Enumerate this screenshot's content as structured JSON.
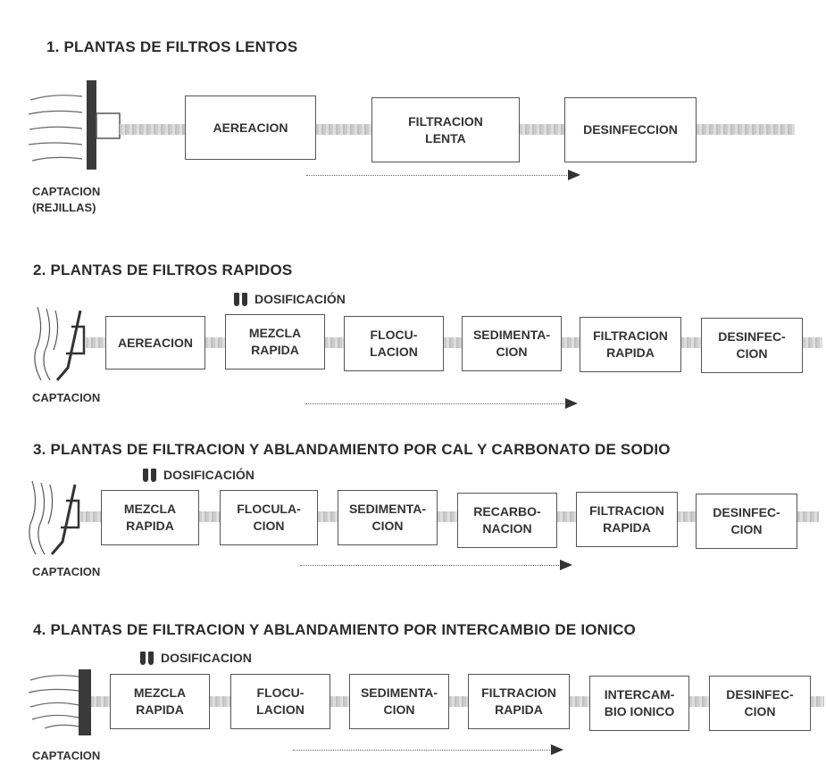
{
  "sections": [
    {
      "title": "1. PLANTAS DE FILTROS LENTOS",
      "intake_label": "CAPTACION\n(REJILLAS)",
      "boxes": [
        {
          "lines": [
            "AEREACION"
          ]
        },
        {
          "lines": [
            "FILTRACION",
            "LENTA"
          ]
        },
        {
          "lines": [
            "DESINFECCION"
          ]
        }
      ]
    },
    {
      "title": "2. PLANTAS DE FILTROS RAPIDOS",
      "dosing_label": "DOSIFICACIÓN",
      "intake_label": "CAPTACION",
      "boxes": [
        {
          "lines": [
            "AEREACION"
          ]
        },
        {
          "lines": [
            "MEZCLA",
            "RAPIDA"
          ]
        },
        {
          "lines": [
            "FLOCU-",
            "LACION"
          ]
        },
        {
          "lines": [
            "SEDIMENTA-",
            "CION"
          ]
        },
        {
          "lines": [
            "FILTRACION",
            "RAPIDA"
          ]
        },
        {
          "lines": [
            "DESINFEC-",
            "CION"
          ]
        }
      ]
    },
    {
      "title": "3. PLANTAS DE FILTRACION Y ABLANDAMIENTO POR CAL Y CARBONATO DE SODIO",
      "dosing_label": "DOSIFICACIÓN",
      "intake_label": "CAPTACION",
      "boxes": [
        {
          "lines": [
            "MEZCLA",
            "RAPIDA"
          ]
        },
        {
          "lines": [
            "FLOCULA-",
            "CION"
          ]
        },
        {
          "lines": [
            "SEDIMENTA-",
            "CION"
          ]
        },
        {
          "lines": [
            "RECARBO-",
            "NACION"
          ]
        },
        {
          "lines": [
            "FILTRACION",
            "RAPIDA"
          ]
        },
        {
          "lines": [
            "DESINFEC-",
            "CION"
          ]
        }
      ]
    },
    {
      "title": "4. PLANTAS DE FILTRACION Y ABLANDAMIENTO POR INTERCAMBIO DE IONICO",
      "dosing_label": "DOSIFICACION",
      "intake_label": "CAPTACION",
      "boxes": [
        {
          "lines": [
            "MEZCLA",
            "RAPIDA"
          ]
        },
        {
          "lines": [
            "FLOCU-",
            "LACION"
          ]
        },
        {
          "lines": [
            "SEDIMENTA-",
            "CION"
          ]
        },
        {
          "lines": [
            "FILTRACION",
            "RAPIDA"
          ]
        },
        {
          "lines": [
            "INTERCAM-",
            "BIO IONICO"
          ]
        },
        {
          "lines": [
            "DESINFEC-",
            "CION"
          ]
        }
      ]
    }
  ]
}
